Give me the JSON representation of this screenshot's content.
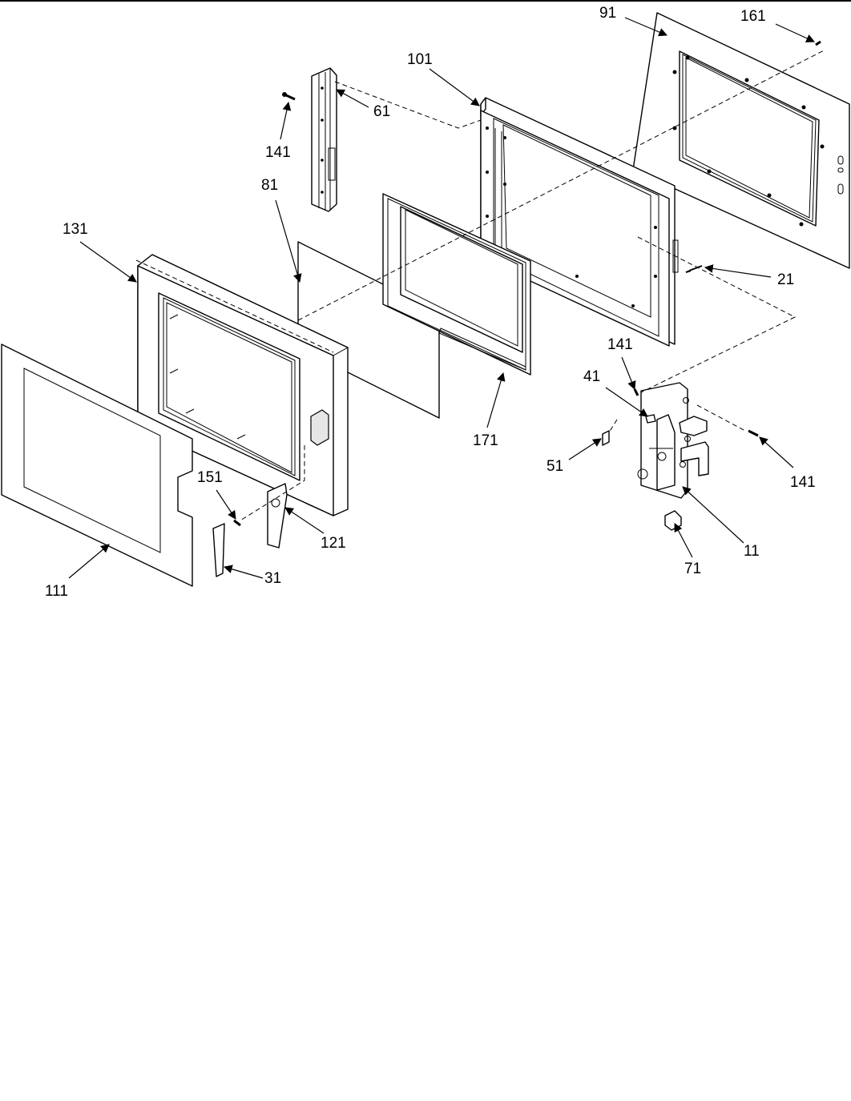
{
  "callouts": [
    {
      "id": "91",
      "label": "91"
    },
    {
      "id": "161",
      "label": "161"
    },
    {
      "id": "101",
      "label": "101"
    },
    {
      "id": "61",
      "label": "61"
    },
    {
      "id": "141a",
      "label": "141"
    },
    {
      "id": "81",
      "label": "81"
    },
    {
      "id": "131",
      "label": "131"
    },
    {
      "id": "21",
      "label": "21"
    },
    {
      "id": "141b",
      "label": "141"
    },
    {
      "id": "41",
      "label": "41"
    },
    {
      "id": "171",
      "label": "171"
    },
    {
      "id": "51",
      "label": "51"
    },
    {
      "id": "141c",
      "label": "141"
    },
    {
      "id": "151",
      "label": "151"
    },
    {
      "id": "121",
      "label": "121"
    },
    {
      "id": "11",
      "label": "11"
    },
    {
      "id": "71",
      "label": "71"
    },
    {
      "id": "31",
      "label": "31"
    },
    {
      "id": "111",
      "label": "111"
    }
  ]
}
